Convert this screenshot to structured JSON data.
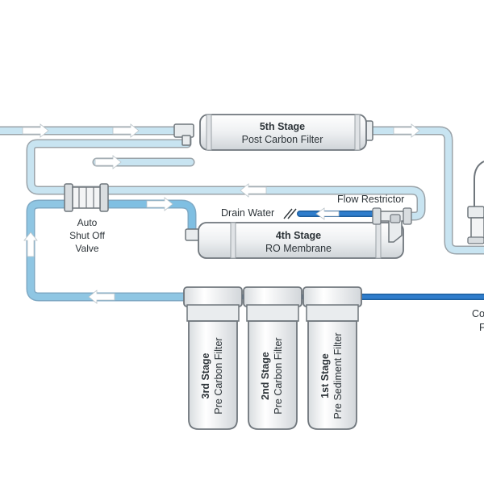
{
  "labels": {
    "stage5_title": "5th Stage",
    "stage5_sub": "Post Carbon Filter",
    "stage4_title": "4th Stage",
    "stage4_sub": "RO Membrane",
    "flow_restrictor": "Flow Restrictor",
    "drain_water": "Drain Water",
    "auto_line1": "Auto",
    "auto_line2": "Shut Off",
    "auto_line3": "Valve",
    "stage3_title": "3rd Stage",
    "stage3_sub": "Pre Carbon Filter",
    "stage2_title": "2nd Stage",
    "stage2_sub": "Pre Carbon Filter",
    "stage1_title": "1st Stage",
    "stage1_sub": "Pre Sediment Filter",
    "cut_label_1": "Co",
    "cut_label_2": "F"
  },
  "colors": {
    "line_light": "#c8e4f1",
    "line_mid": "#8fc6e3",
    "line_dark": "#1f6fc0",
    "housing": "#f3f4f5",
    "outline": "#6f767c",
    "arrow": "#ffffff"
  }
}
